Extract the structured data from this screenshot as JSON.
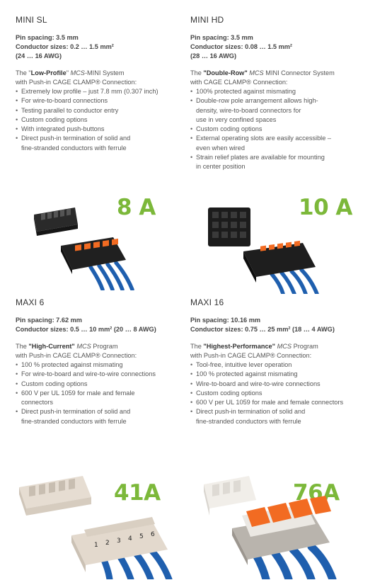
{
  "sections": [
    {
      "title": "MINI SL",
      "spec_lines": [
        "Pin spacing: 3.5 mm",
        "Conductor sizes: 0.2 … 1.5 mm²",
        "(24 … 16 AWG)"
      ],
      "intro": {
        "pre": "The \"",
        "bold": "Low-Profile",
        "mid": "\" ",
        "italic": "MCS",
        "post": "-MINI System",
        "line2": "with Push-in CAGE CLAMP® Connection:"
      },
      "features": [
        "Extremely low profile – just 7.8 mm (0.307 inch)",
        "For wire-to-board connections",
        "Testing parallel to conductor entry",
        "Custom coding options",
        "With integrated push-buttons",
        "Direct push-in termination of solid and\nfine-stranded conductors with ferrule"
      ],
      "amperage": "8 A"
    },
    {
      "title": "MINI HD",
      "spec_lines": [
        "Pin spacing: 3.5 mm",
        "Conductor sizes: 0.08 … 1.5 mm²",
        "(28 … 16 AWG)"
      ],
      "intro": {
        "pre": "The ",
        "bold": "\"Double-Row\"",
        "mid": " ",
        "italic": "MCS",
        "post": " MINI Connector System",
        "line2": "with CAGE CLAMP® Connection:"
      },
      "features": [
        "100% protected against mismating",
        "Double-row pole arrangement allows high-\ndensity, wire-to-board connectors for\nuse in very confined spaces",
        "Custom coding options",
        "External operating slots are easily accessible –\neven when wired",
        "Strain relief plates are available for mounting\nin center position"
      ],
      "amperage": "10 A"
    },
    {
      "title": "MAXI 6",
      "spec_lines": [
        "Pin spacing: 7.62 mm",
        "Conductor sizes: 0.5 … 10 mm² (20 … 8 AWG)"
      ],
      "intro": {
        "pre": "The ",
        "bold": "\"High-Current\"",
        "mid": " ",
        "italic": "MCS",
        "post": " Program",
        "line2": "with Push-in CAGE CLAMP® Connection:"
      },
      "features": [
        "100 % protected against mismating",
        "For wire-to-board and wire-to-wire connections",
        "Custom coding options",
        "600 V per UL 1059 for male and female\nconnectors",
        "Direct push-in termination of solid and\nfine-stranded conductors with ferrule"
      ],
      "amperage": "41A",
      "marker_numbers": [
        "1",
        "2",
        "3",
        "4",
        "5",
        "6"
      ]
    },
    {
      "title": "MAXI 16",
      "spec_lines": [
        "Pin spacing: 10.16 mm",
        "Conductor sizes: 0.75 … 25 mm² (18 … 4 AWG)"
      ],
      "intro": {
        "pre": "The ",
        "bold": "\"Highest-Performance\"",
        "mid": " ",
        "italic": "MCS",
        "post": " Program",
        "line2": "with Push-in CAGE CLAMP® Connection:"
      },
      "features": [
        "Tool-free, intuitive lever operation",
        "100 % protected against mismating",
        "Wire-to-board and wire-to-wire connections",
        "Custom coding options",
        "600 V per UL 1059 for male and female connectors",
        "Direct push-in termination of solid and\nfine-stranded conductors with ferrule"
      ],
      "amperage": "76A"
    }
  ],
  "colors": {
    "accent_green": "#7cb83a",
    "orange_lever": "#f26b22",
    "wire_blue": "#1f5fae",
    "housing_black": "#1c1c1c",
    "housing_cream": "#e6ddd2"
  }
}
